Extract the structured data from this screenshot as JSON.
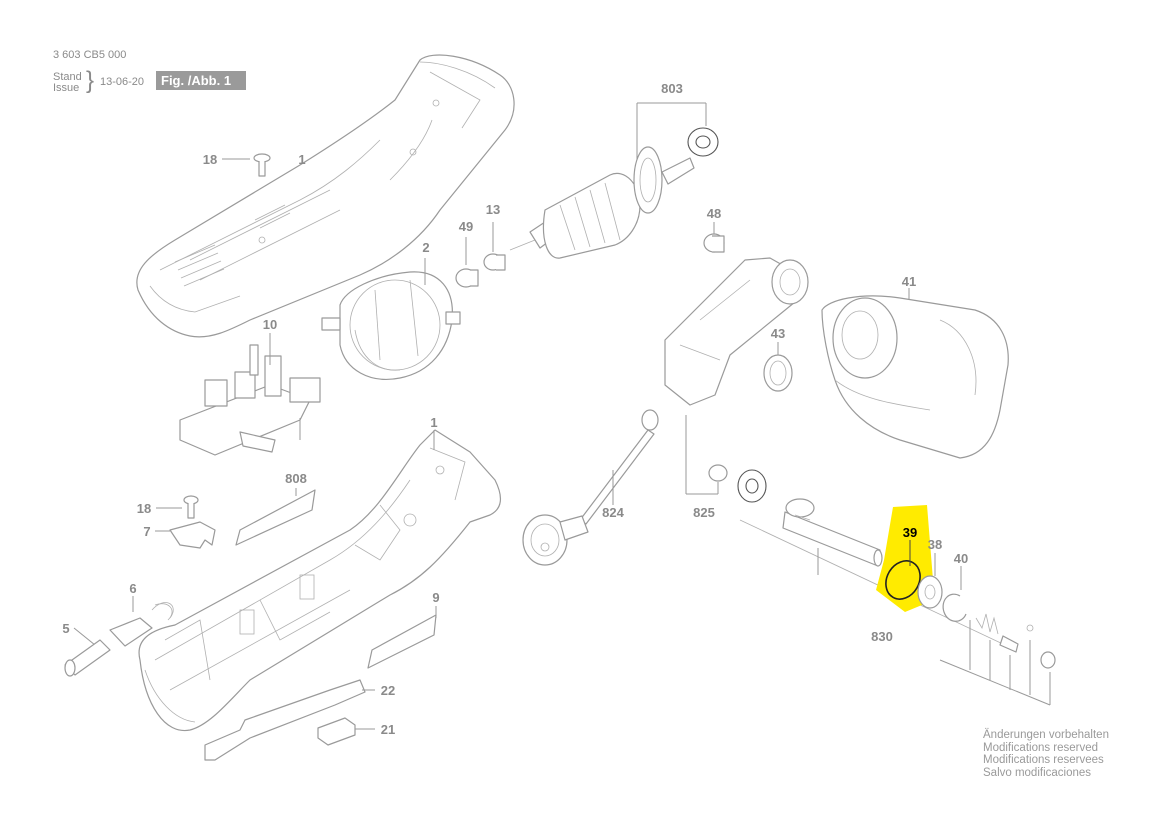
{
  "header": {
    "part_number": "3 603 CB5 000",
    "stand_label": "Stand",
    "issue_label": "Issue",
    "brace": "}",
    "date": "13-06-20",
    "figure": "Fig. /Abb. 1"
  },
  "note": {
    "line1": "Änderungen vorbehalten",
    "line2": "Modifications reserved",
    "line3": "Modifications reservees",
    "line4": "Salvo modificaciones"
  },
  "labels": {
    "p803": "803",
    "p18a": "18",
    "p1a": "1",
    "p13": "13",
    "p49": "49",
    "p48": "48",
    "p2": "2",
    "p41": "41",
    "p10": "10",
    "p43": "43",
    "p1b": "1",
    "p808": "808",
    "p18b": "18",
    "p7": "7",
    "p824": "824",
    "p825": "825",
    "p39": "39",
    "p38": "38",
    "p40": "40",
    "p6": "6",
    "p5": "5",
    "p9": "9",
    "p830": "830",
    "p22": "22",
    "p21": "21"
  },
  "highlight": {
    "part": "39",
    "color": "#ffeb00"
  }
}
